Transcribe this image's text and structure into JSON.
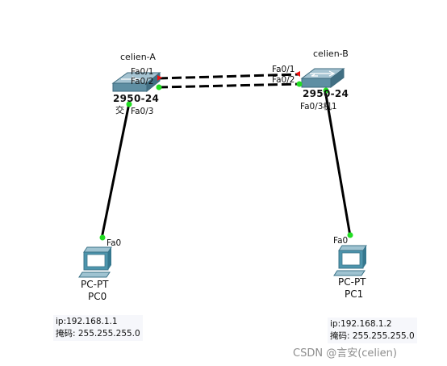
{
  "switch_a": {
    "name": "celien-A",
    "model": "2950-24",
    "extra_label": "交",
    "port1": "Fa0/1",
    "port2": "Fa0/2",
    "port3": "Fa0/3"
  },
  "switch_b": {
    "name": "celien-B",
    "model": "2950-24",
    "port1": "Fa0/1",
    "port2": "Fa0/2",
    "port3_label": "Fa0/3机1"
  },
  "pc0": {
    "type": "PC-PT",
    "name": "PC0",
    "port": "Fa0",
    "ip": "ip:192.168.1.1",
    "mask": "掩码: 255.255.255.0"
  },
  "pc1": {
    "type": "PC-PT",
    "name": "PC1",
    "port": "Fa0",
    "ip": "ip:192.168.1.2",
    "mask": "掩码: 255.255.255.0"
  },
  "watermark": "CSDN @言安(celien)",
  "colors": {
    "link": "#000000",
    "up": "#22dd22",
    "down": "#ee1111",
    "switch": "#5f8fa3",
    "pc": "#4d95ad"
  }
}
